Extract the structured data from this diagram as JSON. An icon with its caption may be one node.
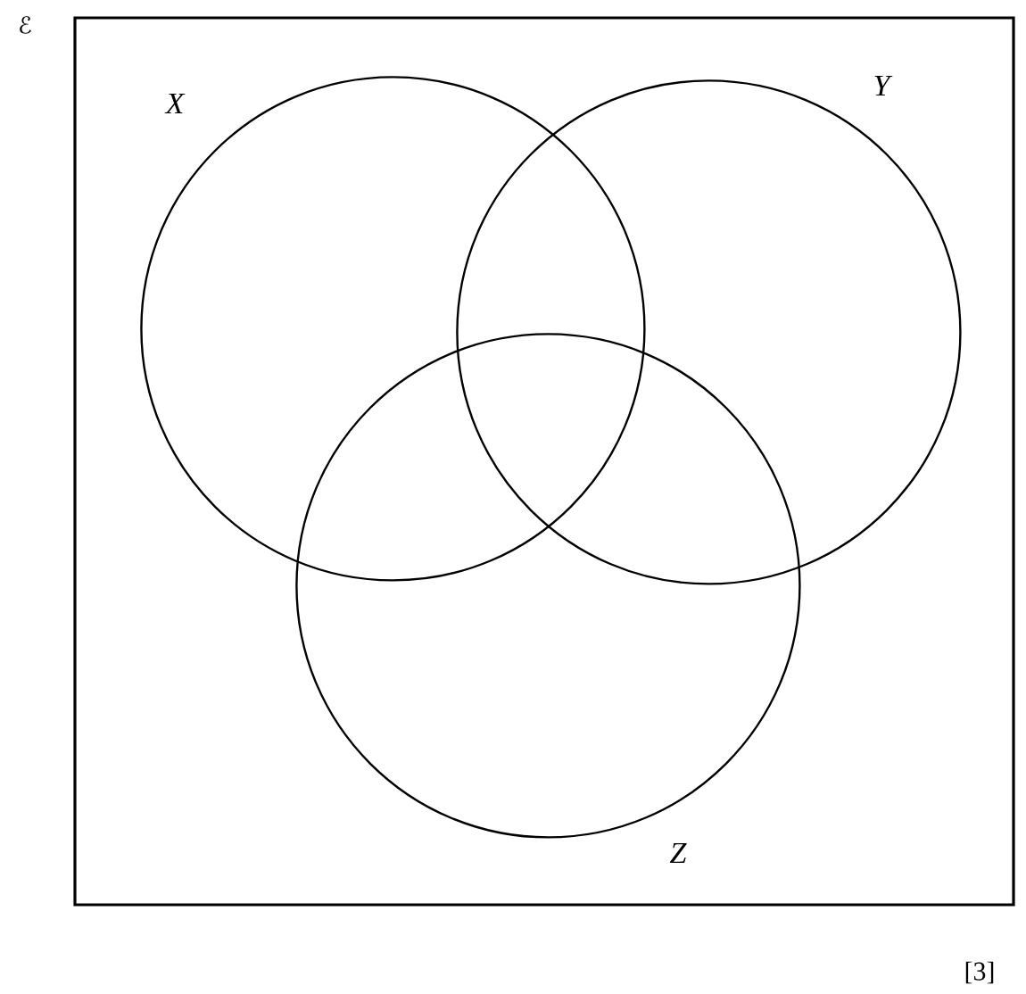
{
  "diagram": {
    "nodes": [
      {
        "text": [
          "ℰ"
        ]
      },
      {
        "text": [
          "X"
        ],
        "in": 0
      },
      {
        "text": [
          "Y"
        ],
        "in": 0
      },
      {
        "text": [
          "Z"
        ],
        "in": 0
      }
    ],
    "labels": [
      "[3]"
    ]
  }
}
